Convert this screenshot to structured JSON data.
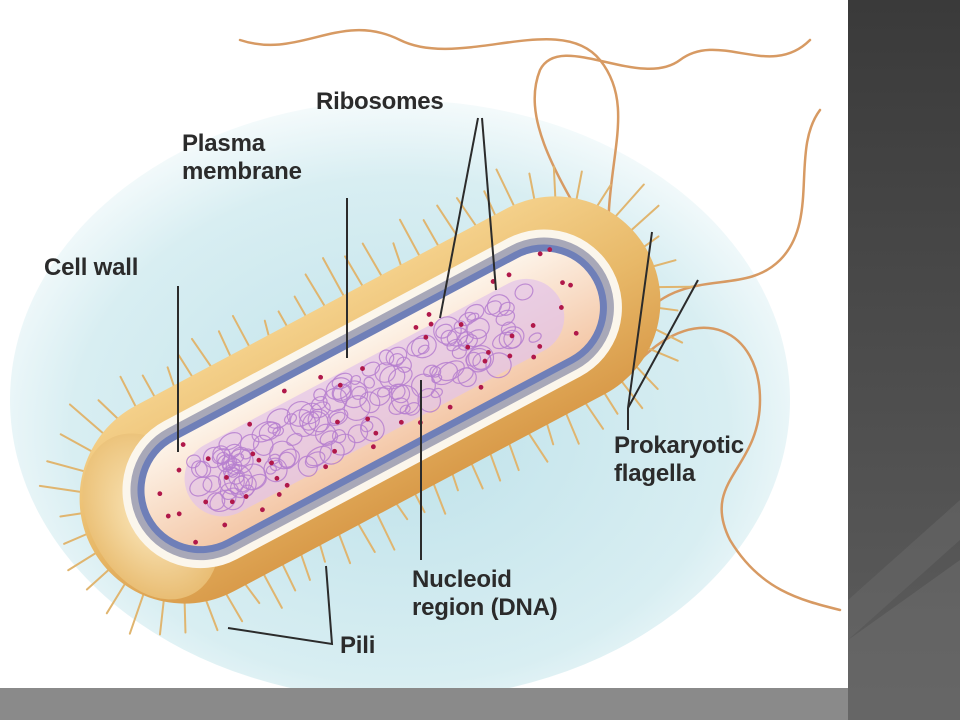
{
  "labels": {
    "ribosomes": "Ribosomes",
    "plasma_membrane": "Plasma\nmembrane",
    "cell_wall": "Cell wall",
    "prokaryotic_flagella": "Prokaryotic\nflagella",
    "nucleoid_region": "Nucleoid\nregion (DNA)",
    "pili": "Pili"
  },
  "colors": {
    "slide_background": "#4a4a4a",
    "panel": "#ffffff",
    "glow": "#bfe2ea",
    "capsule_outer": "#e8b969",
    "capsule_light": "#f6dfa8",
    "cell_wall_band": "#a8a8b8",
    "plasma_membrane": "#6f7fb8",
    "cytoplasm": "#f8e4d6",
    "nucleoid": "#c89ad8",
    "ribosome": "#b0184a",
    "flagellum": "#d79a63",
    "leader_line": "#2b2b2b"
  }
}
